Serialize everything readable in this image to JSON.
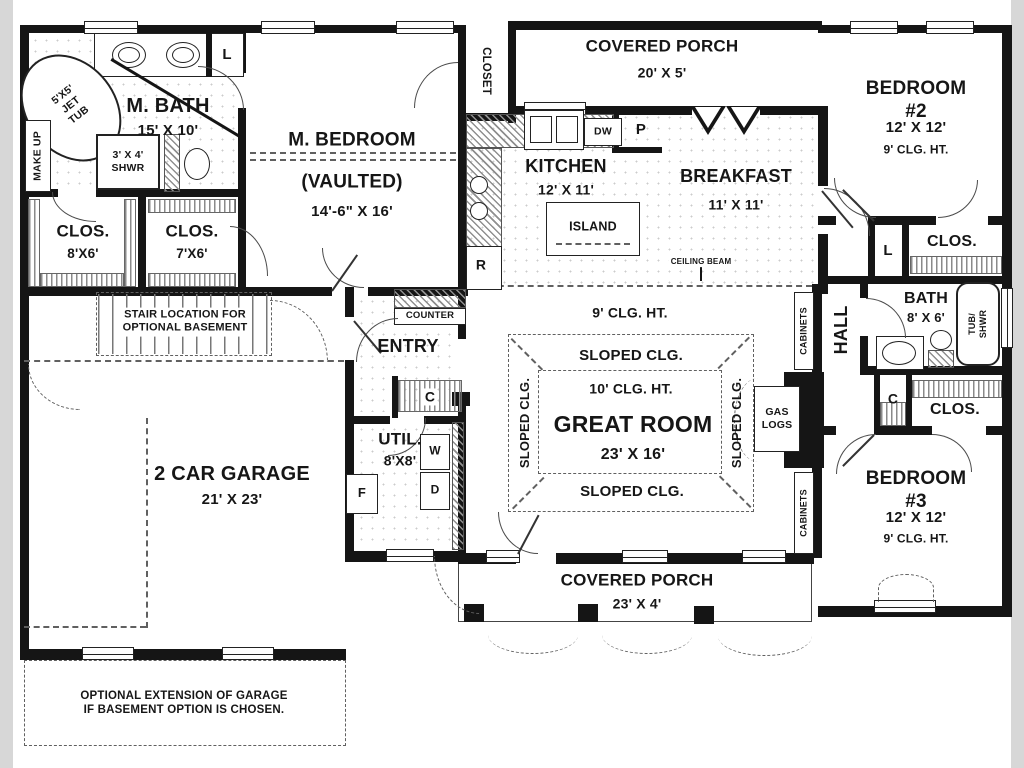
{
  "meta": {
    "drawing_type": "architectural floor plan"
  },
  "colors": {
    "wall": "#151515",
    "line": "#444444",
    "hatch": "#8f8f8f",
    "dash": "#606060",
    "background": "#ffffff",
    "paper_edge": "#d7d7d7"
  },
  "rooms": {
    "m_bath": {
      "label": "M. BATH",
      "dims": "15' X 10'"
    },
    "m_bedroom": {
      "label": "M. BEDROOM",
      "sub": "(VAULTED)",
      "dims": "14'-6\" X 16'"
    },
    "clos_m1": {
      "label": "CLOS.",
      "dims": "8'X6'"
    },
    "clos_m2": {
      "label": "CLOS.",
      "dims": "7'X6'"
    },
    "hall_closet": {
      "label": "CLOSET"
    },
    "porch_top": {
      "label": "COVERED PORCH",
      "dims": "20' X 5'"
    },
    "kitchen": {
      "label": "KITCHEN",
      "dims": "12' X 11'"
    },
    "breakfast": {
      "label": "BREAKFAST",
      "dims": "11' X 11'"
    },
    "bedroom2": {
      "label": "BEDROOM #2",
      "dims": "12' X 12'",
      "clg": "9' CLG. HT."
    },
    "bath2": {
      "label": "BATH",
      "dims": "8' X 6'"
    },
    "hall": {
      "label": "HALL"
    },
    "clos_b2": {
      "label": "CLOS."
    },
    "clos_b3": {
      "label": "CLOS."
    },
    "bedroom3": {
      "label": "BEDROOM #3",
      "dims": "12' X 12'",
      "clg": "9' CLG. HT."
    },
    "great_room": {
      "label": "GREAT ROOM",
      "dims": "23' X 16'",
      "clg_outer": "9' CLG. HT.",
      "clg_inner": "10' CLG. HT.",
      "sloped": "SLOPED CLG."
    },
    "entry": {
      "label": "ENTRY"
    },
    "util": {
      "label": "UTIL.",
      "dims": "8'X8'"
    },
    "garage": {
      "label": "2 CAR GARAGE",
      "dims": "21' X 23'"
    },
    "porch_bottom": {
      "label": "COVERED PORCH",
      "dims": "23' X 4'"
    }
  },
  "fixtures": {
    "jet_tub": "5'X5'\nJET\nTUB",
    "make_up": "MAKE UP",
    "shower": "3' X 4'\nSHWR",
    "linen_mbath": "L",
    "linen_hall": "L",
    "tub_shwr": "TUB/ SHWR",
    "dishwasher": "DW",
    "pantry": "P",
    "range": "R",
    "island": "ISLAND",
    "counter": "COUNTER",
    "coat_entry": "C",
    "coat_hall": "C",
    "washer": "W",
    "dryer": "D",
    "freezer": "F",
    "gas_logs": "GAS\nLOGS",
    "cabinets_top": "CABINETS",
    "cabinets_bottom": "CABINETS",
    "ceiling_beam": "CEILING BEAM"
  },
  "notes": {
    "stair": "STAIR LOCATION FOR\nOPTIONAL BASEMENT",
    "garage_extension": "OPTIONAL EXTENSION OF GARAGE\nIF BASEMENT OPTION IS CHOSEN."
  }
}
